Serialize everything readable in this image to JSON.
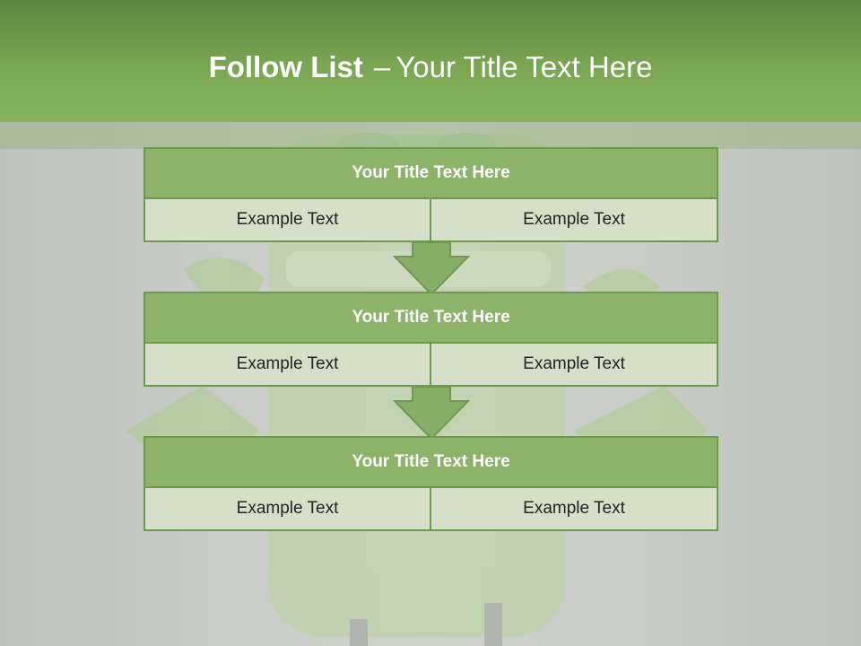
{
  "header": {
    "title_bold": "Follow List",
    "title_separator": "–",
    "title_rest": "Your Title Text Here"
  },
  "blocks": [
    {
      "title": "Your Title Text Here",
      "left_text": "Example Text",
      "right_text": "Example Text"
    },
    {
      "title": "Your Title Text Here",
      "left_text": "Example Text",
      "right_text": "Example Text"
    },
    {
      "title": "Your Title Text Here",
      "left_text": "Example Text",
      "right_text": "Example Text"
    }
  ],
  "colors": {
    "header_green": "#7aa653",
    "title_bar_green": "#8db26a",
    "cell_fill": "#d4e1c8",
    "border_green": "#6f9850",
    "background_gray": "#c9cbc6"
  },
  "background_image": "android-robot-figure"
}
